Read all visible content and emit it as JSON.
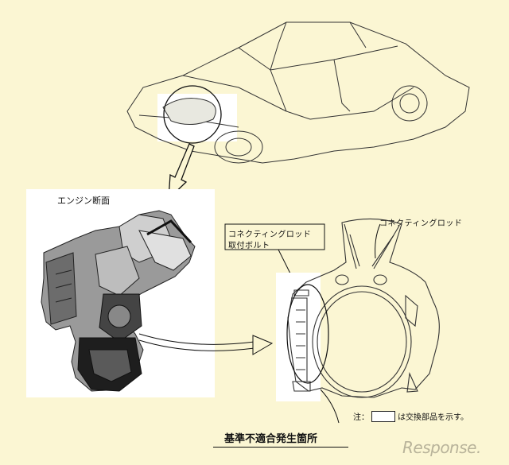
{
  "labels": {
    "engine_section": "エンジン断面",
    "bolt_line1": "コネクティングロッド",
    "bolt_line2": "取付ボルト",
    "rod": "コネクティングロッド",
    "note_prefix": "注：",
    "note_suffix": "は交換部品を示す。",
    "caption": "基準不適合発生箇所",
    "watermark": "Response."
  },
  "colors": {
    "background": "#fbf6d3",
    "panel": "#ffffff",
    "line": "#222222"
  }
}
